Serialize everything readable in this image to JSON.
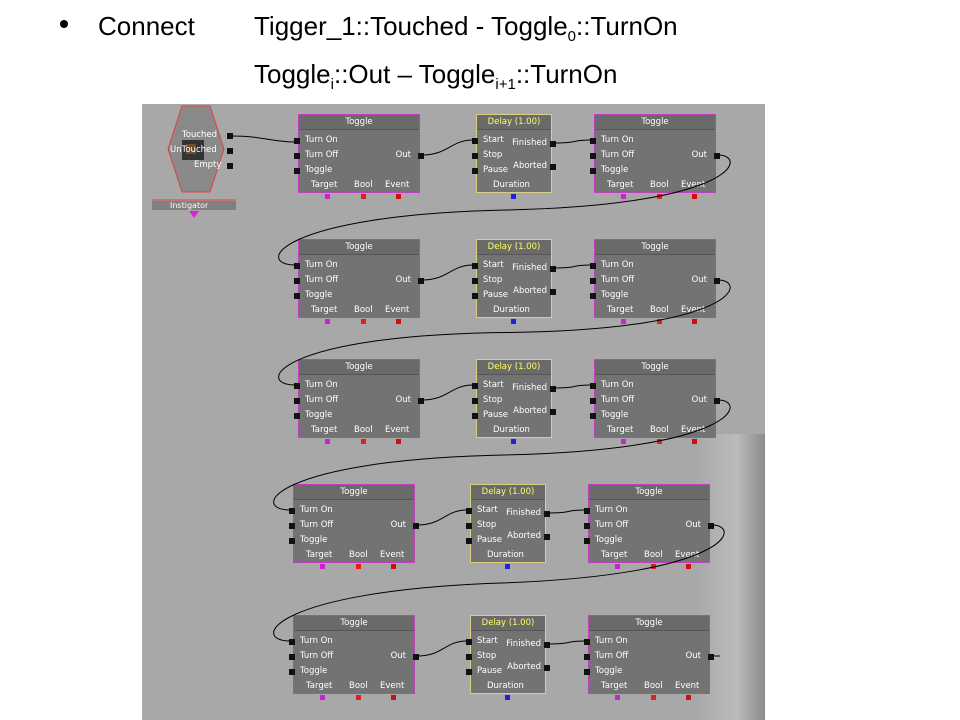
{
  "header": {
    "connect_label": "Connect",
    "line1_prefix": "Tigger_1::Touched - Toggle",
    "line1_sub": "0",
    "line1_suffix": "::TurnOn",
    "line2_prefix": "Toggle",
    "line2_sub1": "i",
    "line2_mid": "::Out – Toggle",
    "line2_sub2": "i+1",
    "line2_suffix": "::TurnOn"
  },
  "instigator": {
    "outputs": [
      "Touched",
      "UnTouched",
      "Empty"
    ],
    "label": "Instigator"
  },
  "toggle": {
    "title": "Toggle",
    "inputs": [
      "Turn On",
      "Turn Off",
      "Toggle"
    ],
    "output": "Out",
    "vars": [
      "Target",
      "Bool",
      "Event"
    ]
  },
  "delay": {
    "title": "Delay (1.00)",
    "inputs": [
      "Start",
      "Stop",
      "Pause"
    ],
    "outputs": [
      "Finished",
      "Aborted"
    ],
    "var": "Duration"
  },
  "colors": {
    "canvas": "#a8a8a8",
    "node_body": "#737373",
    "toggle_border": "#c040c0",
    "delay_border": "#d8d080",
    "target_pin": "#d020d0",
    "bool_pin": "#e02020",
    "event_pin": "#d01010",
    "duration_pin": "#2020e0"
  }
}
